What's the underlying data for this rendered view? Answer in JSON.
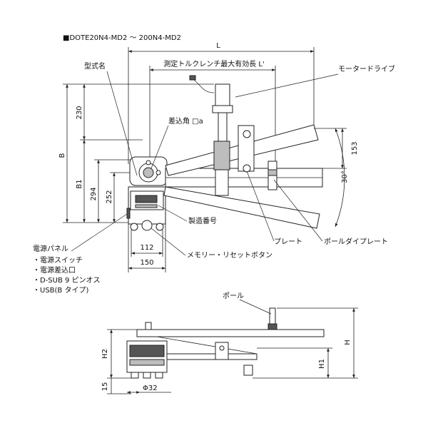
{
  "title": "■DOTE20N4-MD2 ～ 200N4-MD2",
  "top_view": {
    "dimensions": {
      "L": "L",
      "L_prime": "測定トルクレンチ最大有効長 L'",
      "B": "B",
      "B1": "B1",
      "d230": "230",
      "d294": "294",
      "d252": "252",
      "d153": "153",
      "d112": "112",
      "d150": "150",
      "angle30": "30°"
    },
    "labels": {
      "model_name": "型式名",
      "square_drive": "差込角 □a",
      "motor_drive": "モータードライブ",
      "serial_number": "製造番号",
      "plate": "プレート",
      "pole_die_plate": "ポールダイプレート",
      "memory_reset": "メモリー・リセットボタン"
    }
  },
  "power_panel": {
    "title": "電源パネル",
    "items": [
      "・電源スイッチ",
      "・電源差込口",
      "・D-SUB 9 ピンオス",
      "・USB(B タイプ)"
    ]
  },
  "side_view": {
    "labels": {
      "pole": "ポール"
    },
    "dimensions": {
      "H": "H",
      "H1": "H1",
      "H2": "H2",
      "d15": "15",
      "phi32": "Φ32"
    }
  }
}
